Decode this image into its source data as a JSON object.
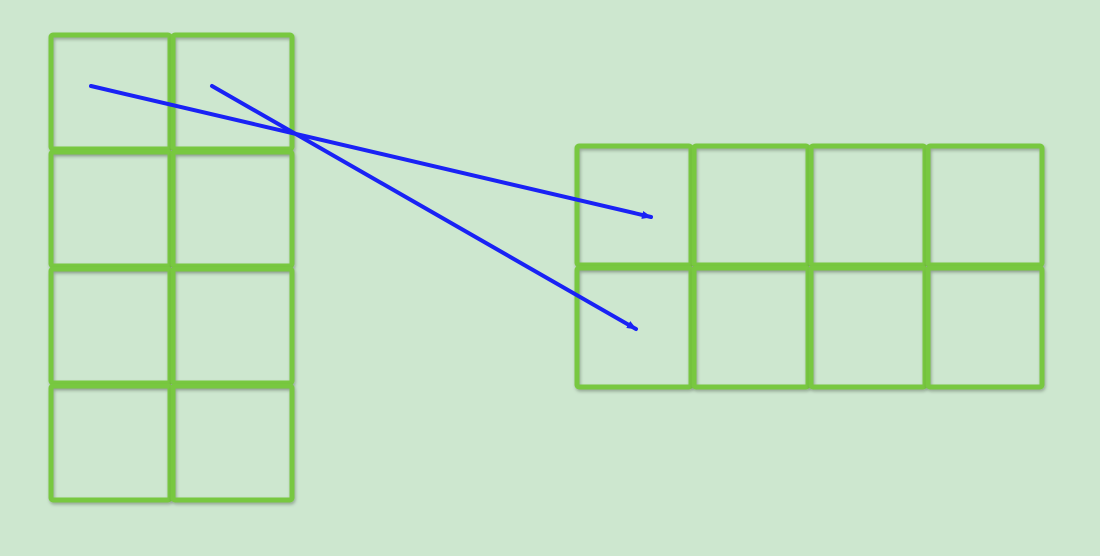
{
  "colors": {
    "background": "#cde7cf",
    "cell_border": "#78c841",
    "arrow": "#1a22f5"
  },
  "left_grid": {
    "rows": 4,
    "cols": 2
  },
  "right_grid": {
    "rows": 2,
    "cols": 4
  },
  "mappings": [
    {
      "from": {
        "grid": "left",
        "row": 0,
        "col": 0
      },
      "to": {
        "grid": "right",
        "row": 0,
        "col": 0
      }
    },
    {
      "from": {
        "grid": "left",
        "row": 0,
        "col": 1
      },
      "to": {
        "grid": "right",
        "row": 1,
        "col": 0
      }
    }
  ]
}
